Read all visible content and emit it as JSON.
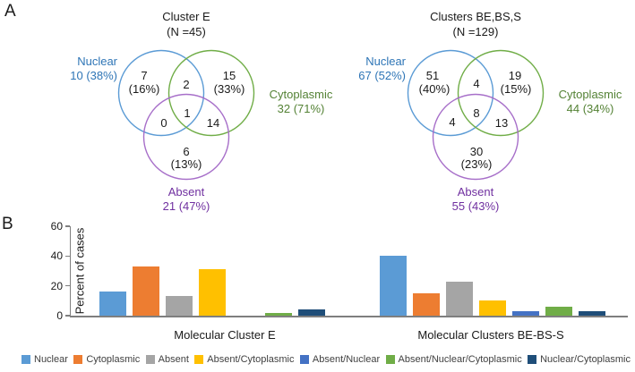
{
  "panel_a": {
    "label": "A"
  },
  "panel_b": {
    "label": "B"
  },
  "colors": {
    "nuclear_text": "#2E75B6",
    "cytoplasmic_text": "#548235",
    "absent_text": "#7030A0",
    "nuclear_circle": "#5B9BD5",
    "cytoplasmic_circle": "#70AD47",
    "absent_circle": "#A76FC9",
    "axis": "#7F7F7F"
  },
  "chart_data": [
    {
      "type": "venn3",
      "title": "Cluster E",
      "subtitle": "(N =45)",
      "sets": [
        {
          "name": "Nuclear",
          "total": "10 (38%)",
          "color": "#2E75B6"
        },
        {
          "name": "Cytoplasmic",
          "total": "32 (71%)",
          "color": "#548235"
        },
        {
          "name": "Absent",
          "total": "21 (47%)",
          "color": "#7030A0"
        }
      ],
      "regions": {
        "nuclear_only": "7",
        "nuclear_only_pct": "(16%)",
        "nuclear_cytoplasmic": "2",
        "cytoplasmic_only": "15",
        "cytoplasmic_only_pct": "(33%)",
        "all_three": "1",
        "nuclear_absent": "0",
        "cytoplasmic_absent": "14",
        "absent_only": "6",
        "absent_only_pct": "(13%)"
      }
    },
    {
      "type": "venn3",
      "title": "Clusters BE,BS,S",
      "subtitle": "(N =129)",
      "sets": [
        {
          "name": "Nuclear",
          "total": "67 (52%)",
          "color": "#2E75B6"
        },
        {
          "name": "Cytoplasmic",
          "total": "44 (34%)",
          "color": "#548235"
        },
        {
          "name": "Absent",
          "total": "55 (43%)",
          "color": "#7030A0"
        }
      ],
      "regions": {
        "nuclear_only": "51",
        "nuclear_only_pct": "(40%)",
        "nuclear_cytoplasmic": "4",
        "cytoplasmic_only": "19",
        "cytoplasmic_only_pct": "(15%)",
        "all_three": "8",
        "nuclear_absent": "4",
        "cytoplasmic_absent": "13",
        "absent_only": "30",
        "absent_only_pct": "(23%)"
      }
    },
    {
      "type": "bar",
      "title": "",
      "xlabel": "",
      "ylabel": "Percent of cases",
      "ylim": [
        0,
        60
      ],
      "yticks": [
        "0",
        "20",
        "40",
        "60"
      ],
      "grid": false,
      "legend_position": "bottom",
      "categories": [
        "Molecular Cluster E",
        "Molecular Clusters BE-BS-S"
      ],
      "series": [
        {
          "name": "Nuclear",
          "color": "#5B9BD5",
          "values": [
            16,
            40
          ]
        },
        {
          "name": "Cytoplasmic",
          "color": "#ED7D31",
          "values": [
            33,
            15
          ]
        },
        {
          "name": "Absent",
          "color": "#A5A5A5",
          "values": [
            13,
            23
          ]
        },
        {
          "name": "Absent/Cytoplasmic",
          "color": "#FFC000",
          "values": [
            31,
            10
          ]
        },
        {
          "name": "Absent/Nuclear",
          "color": "#4472C4",
          "values": [
            0,
            3
          ]
        },
        {
          "name": "Absent/Nuclear/Cytoplasmic",
          "color": "#70AD47",
          "values": [
            2,
            6
          ]
        },
        {
          "name": "Nuclear/Cytoplasmic",
          "color": "#1F4E79",
          "values": [
            4,
            3
          ]
        }
      ]
    }
  ]
}
